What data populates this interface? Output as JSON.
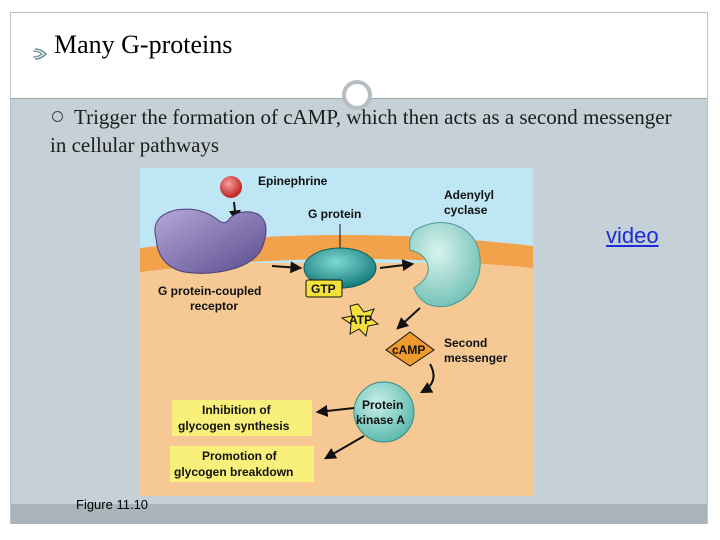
{
  "slide": {
    "title": "Many G-proteins",
    "bullet": "Trigger the formation of cAMP, which then acts as a second messenger in cellular pathways",
    "link_text": "video",
    "figure_caption": "Figure 11.10"
  },
  "figure": {
    "labels": {
      "epinephrine": "Epinephrine",
      "g_protein": "G protein",
      "adenylyl_1": "Adenylyl",
      "adenylyl_2": "cyclase",
      "receptor_1": "G protein-coupled",
      "receptor_2": "receptor",
      "gtp": "GTP",
      "atp": "ATP",
      "camp": "cAMP",
      "second_1": "Second",
      "second_2": "messenger",
      "pka_1": "Protein",
      "pka_2": "kinase A",
      "inhibition_1": "Inhibition of",
      "inhibition_2": "glycogen synthesis",
      "promotion_1": "Promotion of",
      "promotion_2": "glycogen breakdown"
    }
  }
}
